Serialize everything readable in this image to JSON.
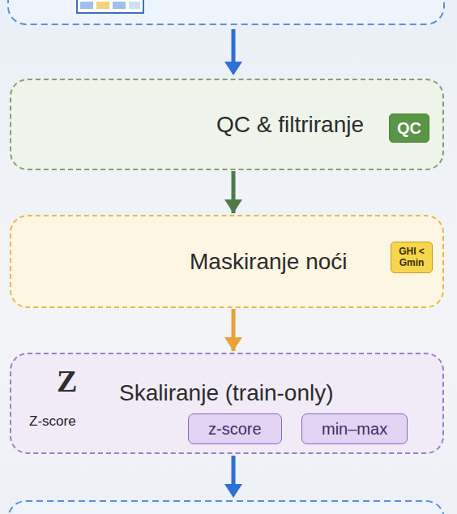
{
  "diagram": {
    "nodes": [
      {
        "text": [
          "QC & filtriranje"
        ]
      },
      {
        "text": [
          "QC"
        ],
        "in": 0
      },
      {
        "text": [
          "Maskiranje noći"
        ]
      },
      {
        "text": [
          "GHI < Gmin"
        ],
        "in": 2
      },
      {
        "text": [
          "Skaliranje (train-only)"
        ]
      },
      {
        "text": [
          "z-score"
        ],
        "in": 4
      },
      {
        "text": [
          "min–max"
        ],
        "in": 4
      }
    ],
    "edges": [
      {
        "from": 0,
        "to": 2,
        "arrow": "to"
      },
      {
        "from": 2,
        "to": 4,
        "arrow": "to"
      }
    ],
    "labels": [
      "Z",
      "Z-score"
    ]
  }
}
